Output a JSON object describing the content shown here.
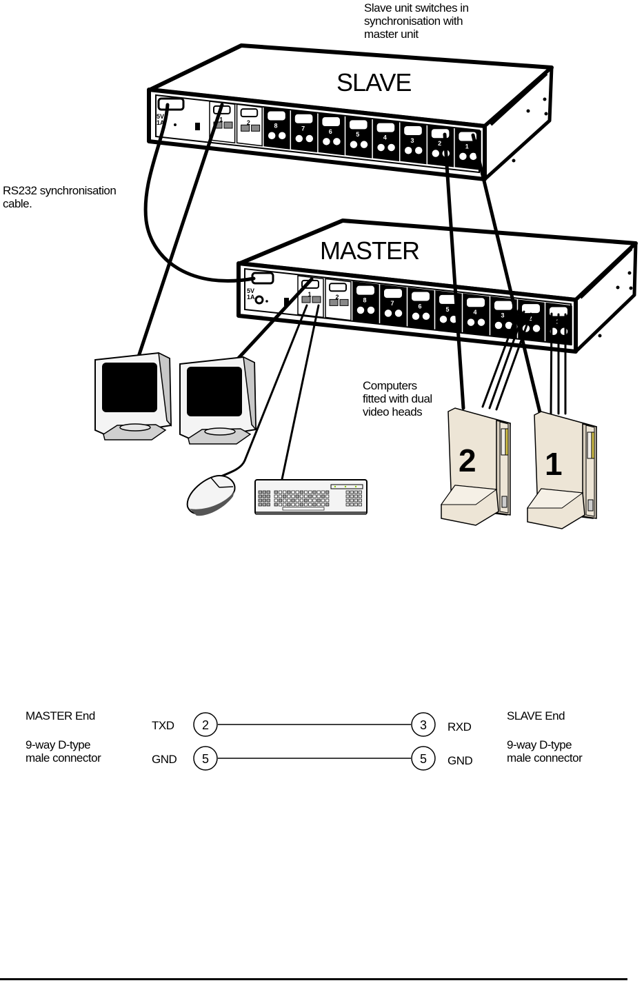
{
  "illustration": {
    "callout_slave": [
      "Slave unit switches in",
      "synchronisation with",
      "master unit"
    ],
    "callout_cable": [
      "RS232 synchronisation",
      "cable."
    ],
    "callout_computers": [
      "Computers",
      "fitted with dual",
      "video heads"
    ],
    "slave_unit": {
      "title": "SLAVE",
      "power_label": [
        "5V",
        "1A"
      ],
      "ports": [
        "1",
        "2",
        "8",
        "7",
        "6",
        "5",
        "4",
        "3",
        "2",
        "1"
      ]
    },
    "master_unit": {
      "title": "MASTER",
      "power_label": [
        "5V",
        "1A"
      ],
      "ports": [
        "1",
        "2",
        "8",
        "7",
        "6",
        "5",
        "4",
        "3",
        "2",
        "1"
      ]
    },
    "computers": [
      {
        "label": "2"
      },
      {
        "label": "1"
      }
    ],
    "colors": {
      "case": "#ede5d6",
      "case_shade": "#d9cfbe",
      "drive_accent": "#d4c24a",
      "monitor_body": "#f4f4f4",
      "monitor_shade": "#c8c8c8",
      "screen": "#000000"
    }
  },
  "wiring": {
    "master": {
      "title": "MASTER End",
      "desc": [
        "9-way D-type",
        "male connector"
      ]
    },
    "slave": {
      "title": "SLAVE End",
      "desc": [
        "9-way D-type",
        "male connector"
      ]
    },
    "connections": [
      {
        "from_signal": "TXD",
        "from_pin": "2",
        "to_pin": "3",
        "to_signal": "RXD"
      },
      {
        "from_signal": "GND",
        "from_pin": "5",
        "to_pin": "5",
        "to_signal": "GND"
      }
    ]
  }
}
